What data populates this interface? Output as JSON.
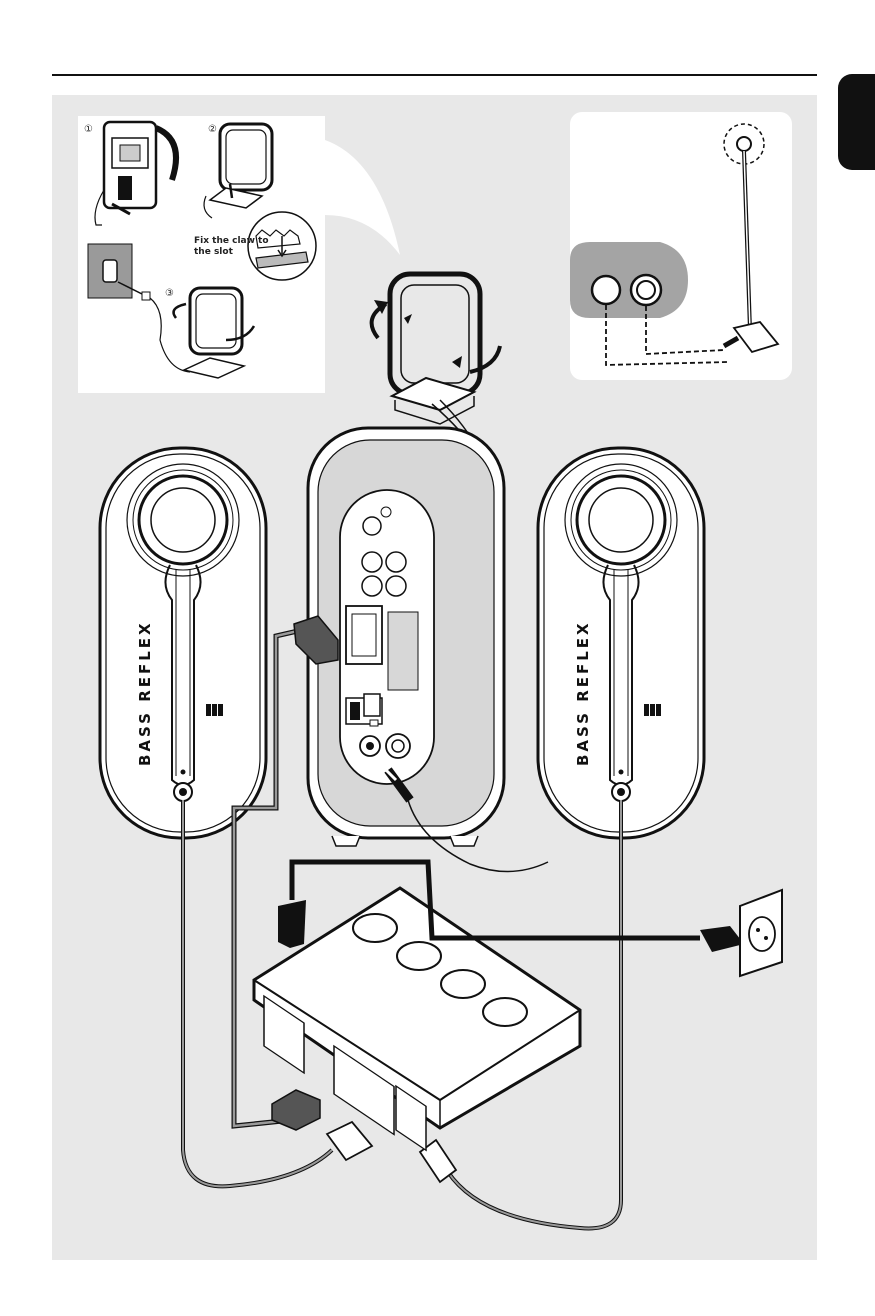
{
  "page": {
    "background": "#ffffff",
    "panel_color": "#e8e8e8",
    "accent": "#111111"
  },
  "am_antenna_inset": {
    "steps": [
      "①",
      "②",
      "③"
    ],
    "claw_note": "Fix the claw to the slot"
  },
  "speakers": {
    "left_label": "BASS REFLEX",
    "right_label": "BASS REFLEX"
  },
  "icons": [
    "am-loop-antenna-icon",
    "fm-wire-antenna-icon",
    "wall-socket-icon",
    "power-plug-icon",
    "speaker-plug-icon"
  ]
}
